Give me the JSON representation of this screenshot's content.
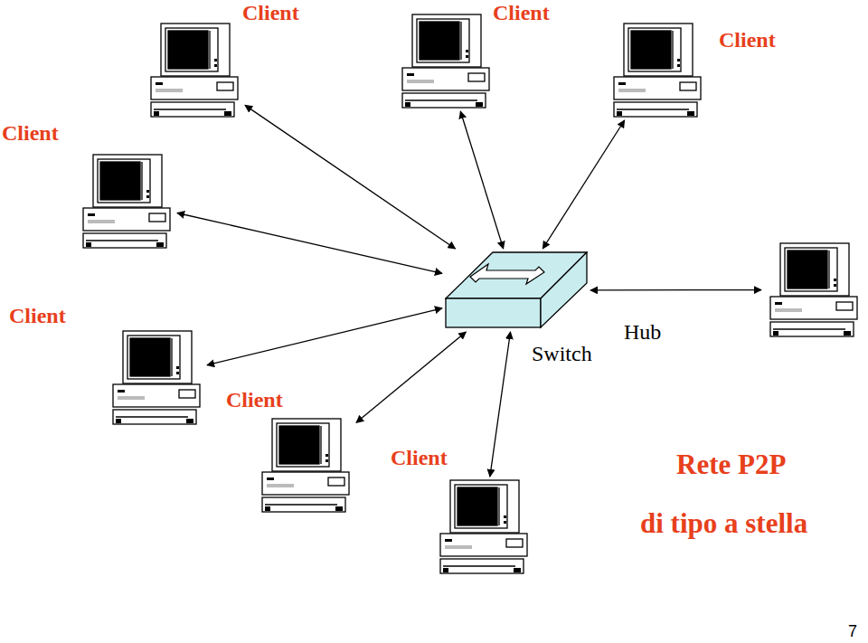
{
  "diagram": {
    "nodes": [
      {
        "text": [
          "Client"
        ]
      },
      {
        "text": [
          "Client"
        ]
      },
      {
        "text": [
          "Client"
        ]
      },
      {
        "text": [
          "Client"
        ]
      },
      {
        "text": []
      },
      {
        "text": [
          "Switch"
        ]
      },
      {
        "text": [
          "Client"
        ]
      },
      {
        "text": [
          "Client"
        ]
      },
      {
        "text": [
          "Client"
        ]
      }
    ],
    "edges": [
      {
        "from": 0,
        "to": 5,
        "arrow": "both"
      },
      {
        "from": 1,
        "to": 5,
        "arrow": "both"
      },
      {
        "from": 2,
        "to": 5,
        "arrow": "both"
      },
      {
        "from": 3,
        "to": 5,
        "arrow": "both"
      },
      {
        "from": 4,
        "to": 5,
        "arrow": "both"
      },
      {
        "from": 6,
        "to": 5,
        "arrow": "both"
      },
      {
        "from": 7,
        "to": 5,
        "arrow": "both"
      },
      {
        "from": 8,
        "to": 5,
        "arrow": "both"
      }
    ],
    "labels": [
      "Hub",
      "Rete P2P",
      "di tipo a stella",
      "7"
    ]
  }
}
